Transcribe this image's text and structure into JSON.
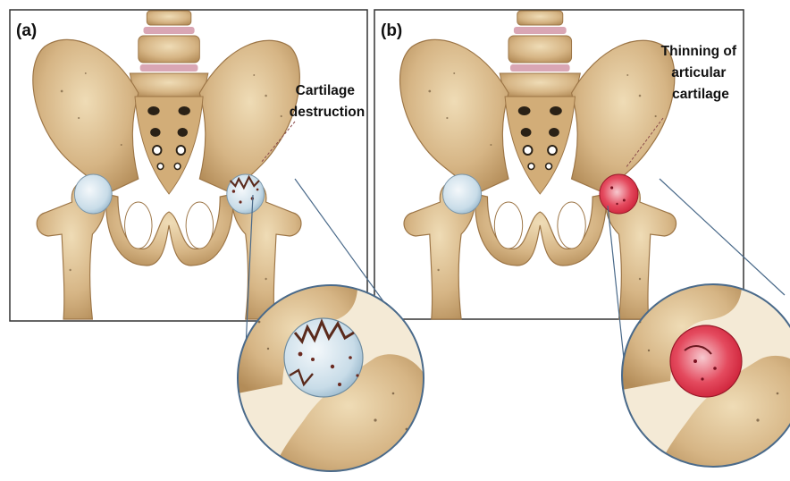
{
  "figure": {
    "panels": [
      {
        "id": "a",
        "label": "(a)",
        "annotation_lines": [
          "Cartilage",
          "destruction"
        ]
      },
      {
        "id": "b",
        "label": "(b)",
        "annotation_lines": [
          "Thinning of",
          "articular",
          "cartilage"
        ]
      }
    ]
  },
  "colors": {
    "bone": "#d8b987",
    "bone_dark": "#b08a55",
    "bone_light": "#ead4a8",
    "cartilage": "#c9dde8",
    "inflamed": "#e0203a",
    "frame": "#333333",
    "leader": "#4a6a8a",
    "disc": "#d9a6b4"
  }
}
